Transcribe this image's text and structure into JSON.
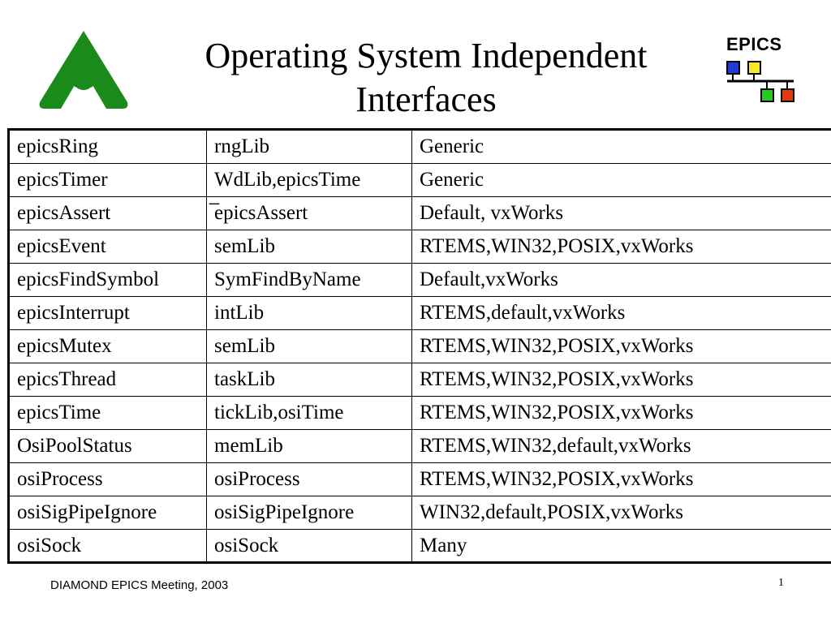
{
  "title": {
    "line1": "Operating System Independent",
    "line2": "Interfaces"
  },
  "epics_logo": {
    "label": "EPICS"
  },
  "colors": {
    "logo_green": "#1a8a1a",
    "blue": "#1f3bd6",
    "yellow": "#f4ea2a",
    "green": "#22cc22",
    "red": "#e23a10"
  },
  "table": {
    "rows": [
      [
        "epicsRing",
        "rngLib",
        "Generic"
      ],
      [
        "epicsTimer",
        "WdLib,epicsTime",
        "Generic"
      ],
      [
        "epicsAssert",
        "̅epicsAssert",
        "Default, vxWorks"
      ],
      [
        "epicsEvent",
        "semLib",
        "RTEMS,WIN32,POSIX,vxWorks"
      ],
      [
        "epicsFindSymbol",
        "SymFindByName",
        "Default,vxWorks"
      ],
      [
        "epicsInterrupt",
        "intLib",
        "RTEMS,default,vxWorks"
      ],
      [
        "epicsMutex",
        "semLib",
        "RTEMS,WIN32,POSIX,vxWorks"
      ],
      [
        "epicsThread",
        "taskLib",
        "RTEMS,WIN32,POSIX,vxWorks"
      ],
      [
        "epicsTime",
        "tickLib,osiTime",
        "RTEMS,WIN32,POSIX,vxWorks"
      ],
      [
        "OsiPoolStatus",
        "memLib",
        "RTEMS,WIN32,default,vxWorks"
      ],
      [
        "osiProcess",
        "osiProcess",
        "RTEMS,WIN32,POSIX,vxWorks"
      ],
      [
        "osiSigPipeIgnore",
        "osiSigPipeIgnore",
        "WIN32,default,POSIX,vxWorks"
      ],
      [
        "osiSock",
        "osiSock",
        "Many"
      ]
    ]
  },
  "footer": {
    "text": "DIAMOND EPICS Meeting, 2003",
    "page_number": "1"
  }
}
